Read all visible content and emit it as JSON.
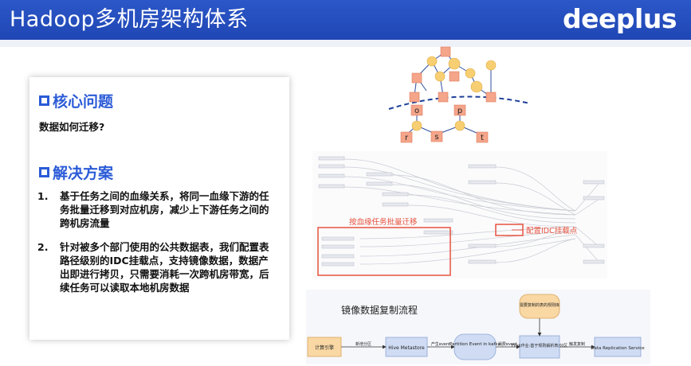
{
  "header": {
    "title": "Hadoop多机房架构体系",
    "logo": "deeplus"
  },
  "core": {
    "title": "核心问题",
    "question": "数据如何迁移?"
  },
  "solution": {
    "title": "解决方案",
    "items": [
      {
        "num": "1.",
        "text": "基于任务之间的血缘关系，将同一血缘下游的任务批量迁移到对应机房，减少上下游任务之间的跨机房流量"
      },
      {
        "num": "2.",
        "text": "针对被多个部门使用的公共数据表，我们配置表路径级别的IDC挂载点，支持镜像数据，数据产出即进行拷贝，只需要消耗一次跨机房带宽，后续任务可以读取本地机房数据"
      }
    ]
  },
  "graph": {
    "labels": [
      "o",
      "p",
      "r",
      "s",
      "t"
    ]
  },
  "lineage": {
    "batch_label": "按血缘任务批量迁移",
    "idc_label": "配置IDC挂载点"
  },
  "flow": {
    "title": "镜像数据复制流程",
    "nodes": {
      "compute": "计算引擎",
      "metastore": "Hive Metastore",
      "partition": "Partition Event in kafka",
      "flink": "Flink作业:基于规则解析表/分区",
      "replication": "Data Replication Service",
      "rules": "需要复制的表的规则库"
    },
    "edges": {
      "e1": "新增分区",
      "e2": "产生event",
      "e3": "消费event",
      "e4": "触发复制"
    }
  },
  "colors": {
    "header": "#2552c4",
    "accent": "#2b5bd7",
    "square_node": "#f4a58a",
    "circle_node": "#f7cf72",
    "highlight": "#e8533f"
  }
}
